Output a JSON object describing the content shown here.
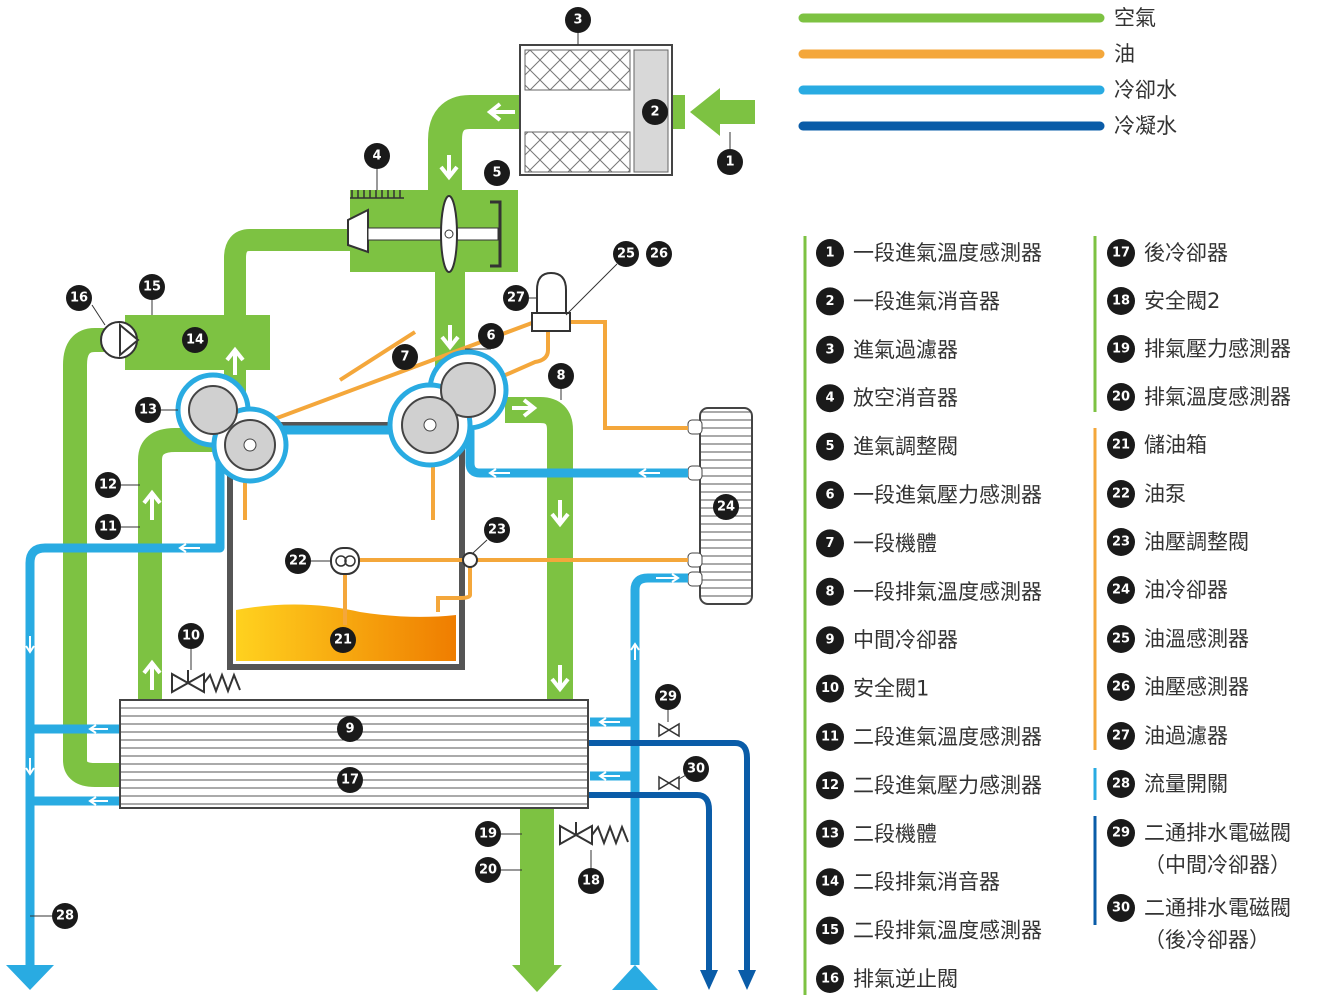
{
  "legend": [
    {
      "label": "空氣",
      "color": "#7dc242"
    },
    {
      "label": "油",
      "color": "#f4a73b"
    },
    {
      "label": "冷卻水",
      "color": "#29abe2"
    },
    {
      "label": "冷凝水",
      "color": "#0a5ca8"
    }
  ],
  "colors": {
    "air": "#7dc242",
    "oil": "#f4a73b",
    "cooling_water": "#29abe2",
    "condensate": "#0a5ca8",
    "badge": "#1a1a1a"
  },
  "parts": [
    {
      "num": "1",
      "label": "一段進氣溫度感測器"
    },
    {
      "num": "2",
      "label": "一段進氣消音器"
    },
    {
      "num": "3",
      "label": "進氣過濾器"
    },
    {
      "num": "4",
      "label": "放空消音器"
    },
    {
      "num": "5",
      "label": "進氣調整閥"
    },
    {
      "num": "6",
      "label": "一段進氣壓力感測器"
    },
    {
      "num": "7",
      "label": "一段機體"
    },
    {
      "num": "8",
      "label": "一段排氣溫度感測器"
    },
    {
      "num": "9",
      "label": "中間冷卻器"
    },
    {
      "num": "10",
      "label": "安全閥1"
    },
    {
      "num": "11",
      "label": "二段進氣溫度感測器"
    },
    {
      "num": "12",
      "label": "二段進氣壓力感測器"
    },
    {
      "num": "13",
      "label": "二段機體"
    },
    {
      "num": "14",
      "label": "二段排氣消音器"
    },
    {
      "num": "15",
      "label": "二段排氣溫度感測器"
    },
    {
      "num": "16",
      "label": "排氣逆止閥"
    },
    {
      "num": "17",
      "label": "後冷卻器"
    },
    {
      "num": "18",
      "label": "安全閥2"
    },
    {
      "num": "19",
      "label": "排氣壓力感測器"
    },
    {
      "num": "20",
      "label": "排氣溫度感測器"
    },
    {
      "num": "21",
      "label": "儲油箱"
    },
    {
      "num": "22",
      "label": "油泵"
    },
    {
      "num": "23",
      "label": "油壓調整閥"
    },
    {
      "num": "24",
      "label": "油冷卻器"
    },
    {
      "num": "25",
      "label": "油溫感測器"
    },
    {
      "num": "26",
      "label": "油壓感測器"
    },
    {
      "num": "27",
      "label": "油過濾器"
    },
    {
      "num": "28",
      "label": "流量開關"
    },
    {
      "num": "29",
      "label": "二通排水電磁閥",
      "sublabel": "（中間冷卻器）"
    },
    {
      "num": "30",
      "label": "二通排水電磁閥",
      "sublabel": "（後冷卻器）"
    }
  ],
  "diagram_badges": [
    {
      "num": "1"
    },
    {
      "num": "2"
    },
    {
      "num": "3"
    },
    {
      "num": "4"
    },
    {
      "num": "5"
    },
    {
      "num": "6"
    },
    {
      "num": "7"
    },
    {
      "num": "8"
    },
    {
      "num": "9"
    },
    {
      "num": "10"
    },
    {
      "num": "11"
    },
    {
      "num": "12"
    },
    {
      "num": "13"
    },
    {
      "num": "14"
    },
    {
      "num": "15"
    },
    {
      "num": "16"
    },
    {
      "num": "17"
    },
    {
      "num": "18"
    },
    {
      "num": "19"
    },
    {
      "num": "20"
    },
    {
      "num": "21"
    },
    {
      "num": "22"
    },
    {
      "num": "23"
    },
    {
      "num": "24"
    },
    {
      "num": "25"
    },
    {
      "num": "26"
    },
    {
      "num": "27"
    },
    {
      "num": "28"
    },
    {
      "num": "29"
    },
    {
      "num": "30"
    }
  ]
}
